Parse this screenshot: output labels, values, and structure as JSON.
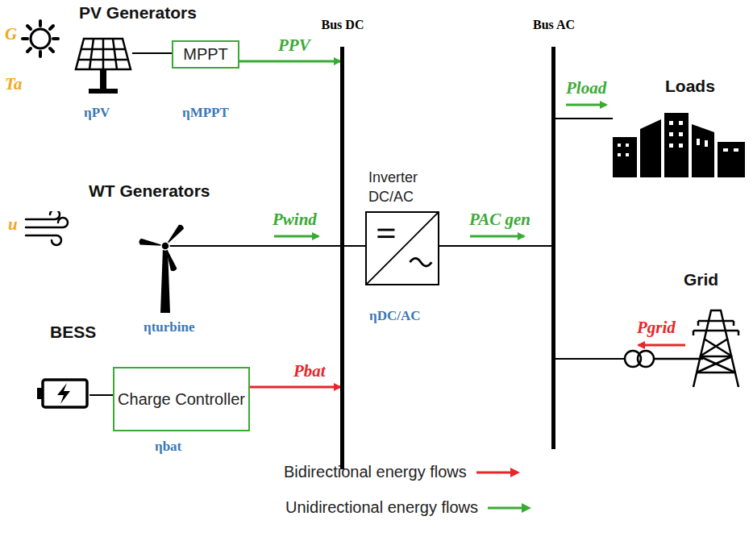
{
  "diagram": {
    "nodes": [
      {
        "text": [
          "PV Generators"
        ]
      },
      {
        "text": [
          "MPPT"
        ]
      },
      {
        "text": [
          "WT Generators"
        ]
      },
      {
        "text": [
          "BESS"
        ]
      },
      {
        "text": [
          "Charge Controller"
        ]
      },
      {
        "text": [
          "Bus DC"
        ]
      },
      {
        "text": [
          "Inverter DC/AC"
        ]
      },
      {
        "text": [
          "Bus AC"
        ]
      },
      {
        "text": [
          "Loads"
        ]
      },
      {
        "text": [
          "Grid"
        ]
      }
    ],
    "edges": [
      {
        "from": 0,
        "to": 1,
        "arrow": "none"
      },
      {
        "from": 1,
        "to": 5,
        "arrow": "to",
        "label": "PPV"
      },
      {
        "from": 2,
        "to": 5,
        "arrow": "none",
        "label": "Pwind"
      },
      {
        "from": 3,
        "to": 4,
        "arrow": "none"
      },
      {
        "from": 4,
        "to": 5,
        "arrow": "to",
        "label": "Pbat"
      },
      {
        "from": 5,
        "to": 6,
        "arrow": "none"
      },
      {
        "from": 6,
        "to": 7,
        "arrow": "none",
        "label": "PAC gen"
      },
      {
        "from": 7,
        "to": 8,
        "arrow": "none",
        "label": "Pload"
      },
      {
        "from": 9,
        "to": 7,
        "arrow": "none",
        "label": "Pgrid"
      }
    ],
    "labels": [
      "G",
      "Ta",
      "ηPV",
      "ηMPPT",
      "u",
      "ηturbine",
      "ηDC/AC",
      "ηbat"
    ],
    "legend": [
      {
        "text": "Bidirectional energy flows"
      },
      {
        "text": "Unidirectional energy flows"
      }
    ]
  }
}
